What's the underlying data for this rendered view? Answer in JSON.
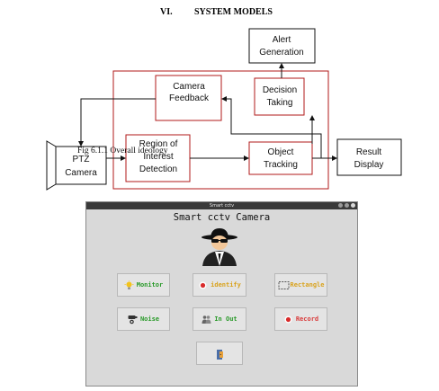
{
  "heading": {
    "number": "VI.",
    "title": "SYSTEM MODELS"
  },
  "diagram": {
    "boxes": {
      "alert": [
        "Alert",
        "Generation"
      ],
      "decision": [
        "Decision",
        "Taking"
      ],
      "feedback": [
        "Camera",
        "Feedback"
      ],
      "roi": [
        "Region of",
        "Interest",
        "Detection"
      ],
      "tracking": [
        "Object",
        "Tracking"
      ],
      "result": [
        "Result",
        "Display"
      ],
      "camera": [
        "PTZ",
        "Camera"
      ]
    },
    "caption": "Fig 6.1.1 Overall ideology"
  },
  "app": {
    "window_title": "Smart cctv",
    "title": "Smart cctv Camera",
    "buttons": {
      "monitor": "Monitor",
      "identify": "identify",
      "rectangle": "Rectangle",
      "noise": "Noise",
      "inout": "In Out",
      "record": "Record"
    }
  },
  "colors": {
    "frame_red": "#b01a1a",
    "label_green": "#2a9a2a",
    "label_yellow": "#d9a21c",
    "label_red": "#d93b3b"
  }
}
